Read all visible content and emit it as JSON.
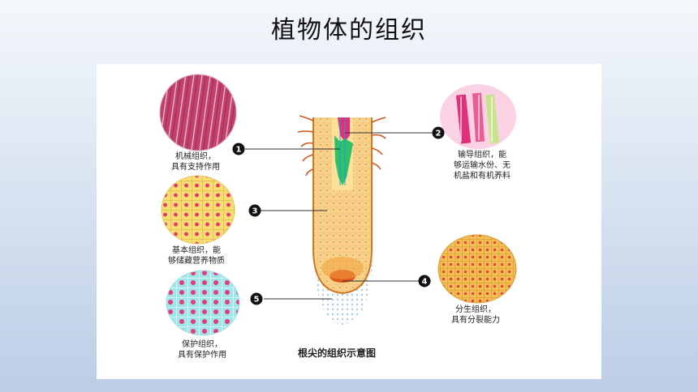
{
  "title": "植物体的组织",
  "figure_caption": "根尖的组织示意图",
  "labels": [
    {
      "num": "1",
      "line1": "机械组织，",
      "line2": "具有支持作用",
      "line3": ""
    },
    {
      "num": "2",
      "line1": "输导组织，能",
      "line2": "够运输水份、无",
      "line3": "机盐和有机养料"
    },
    {
      "num": "3",
      "line1": "基本组织，能",
      "line2": "够储藏营养物质",
      "line3": ""
    },
    {
      "num": "4",
      "line1": "分生组织，",
      "line2": "具有分裂能力",
      "line3": ""
    },
    {
      "num": "5",
      "line1": "保护组织，",
      "line2": "具有保护作用",
      "line3": ""
    }
  ],
  "colors": {
    "mechanical": "#c2406e",
    "conducting": "#e2307a",
    "basic": "#f2d055",
    "meristem": "#e07030",
    "protective": "#8fe0e6",
    "root_body": "#f5c46a",
    "xylem": "#2fc06a"
  }
}
